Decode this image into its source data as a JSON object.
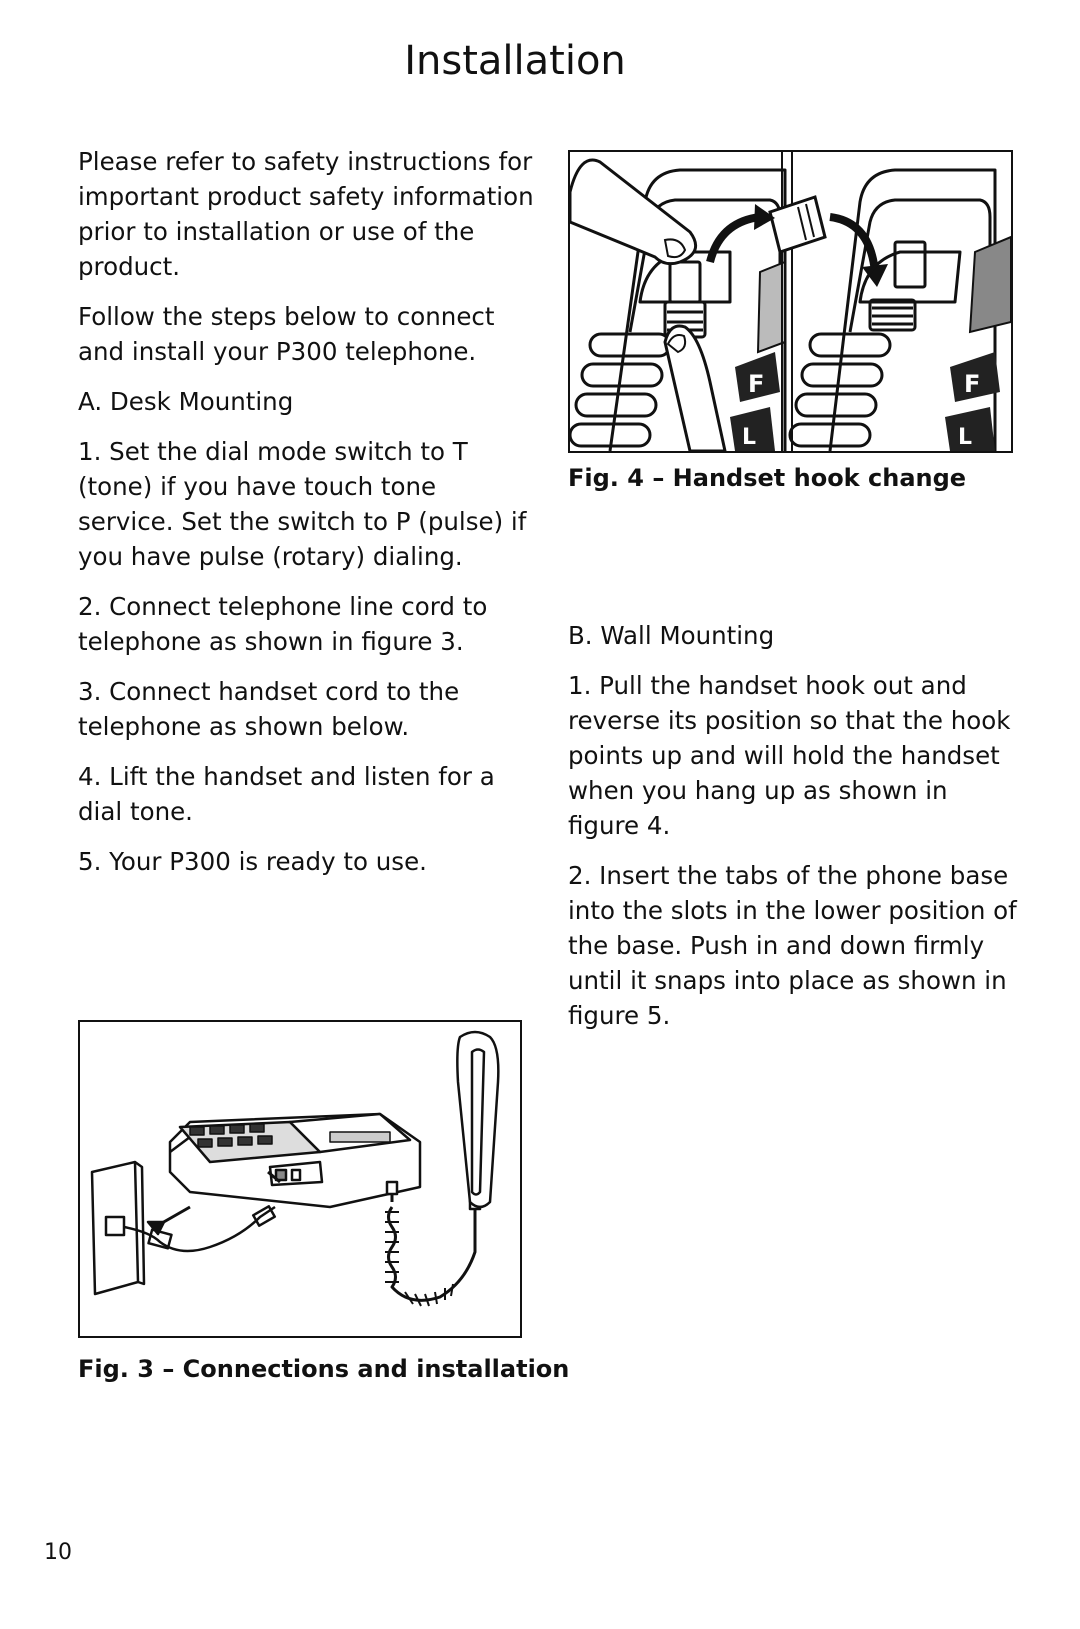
{
  "page": {
    "title": "Installation",
    "page_number": "10"
  },
  "left_column": {
    "intro_1": "Please refer to safety instructions for important product safety information prior to installation or use of the product.",
    "intro_2": "Follow the steps below to connect and install your P300 telephone.",
    "section_a": "A. Desk Mounting",
    "steps": [
      "1. Set the dial mode switch to T (tone) if you have touch tone service. Set the switch to P (pulse) if you have pulse (rotary) dialing.",
      "2. Connect telephone line cord to telephone as shown in figure 3.",
      "3. Connect handset cord to the telephone as shown below.",
      "4. Lift the handset and listen for a dial tone.",
      "5. Your P300 is ready to use."
    ]
  },
  "right_column": {
    "section_b": "B. Wall Mounting",
    "steps": [
      "1. Pull the handset hook out and reverse its position so that the hook points up and will hold the handset when you hang up as shown in figure 4.",
      "2. Insert the tabs of the phone base into the slots in the lower position of the base. Push in and down firmly until it snaps into place as shown in figure 5."
    ]
  },
  "figures": {
    "fig4_caption": "Fig. 4 – Handset hook change",
    "fig4_key_label": "F",
    "fig4_key_label_2": "L",
    "fig3_caption": "Fig. 3 – Connections and installation"
  }
}
